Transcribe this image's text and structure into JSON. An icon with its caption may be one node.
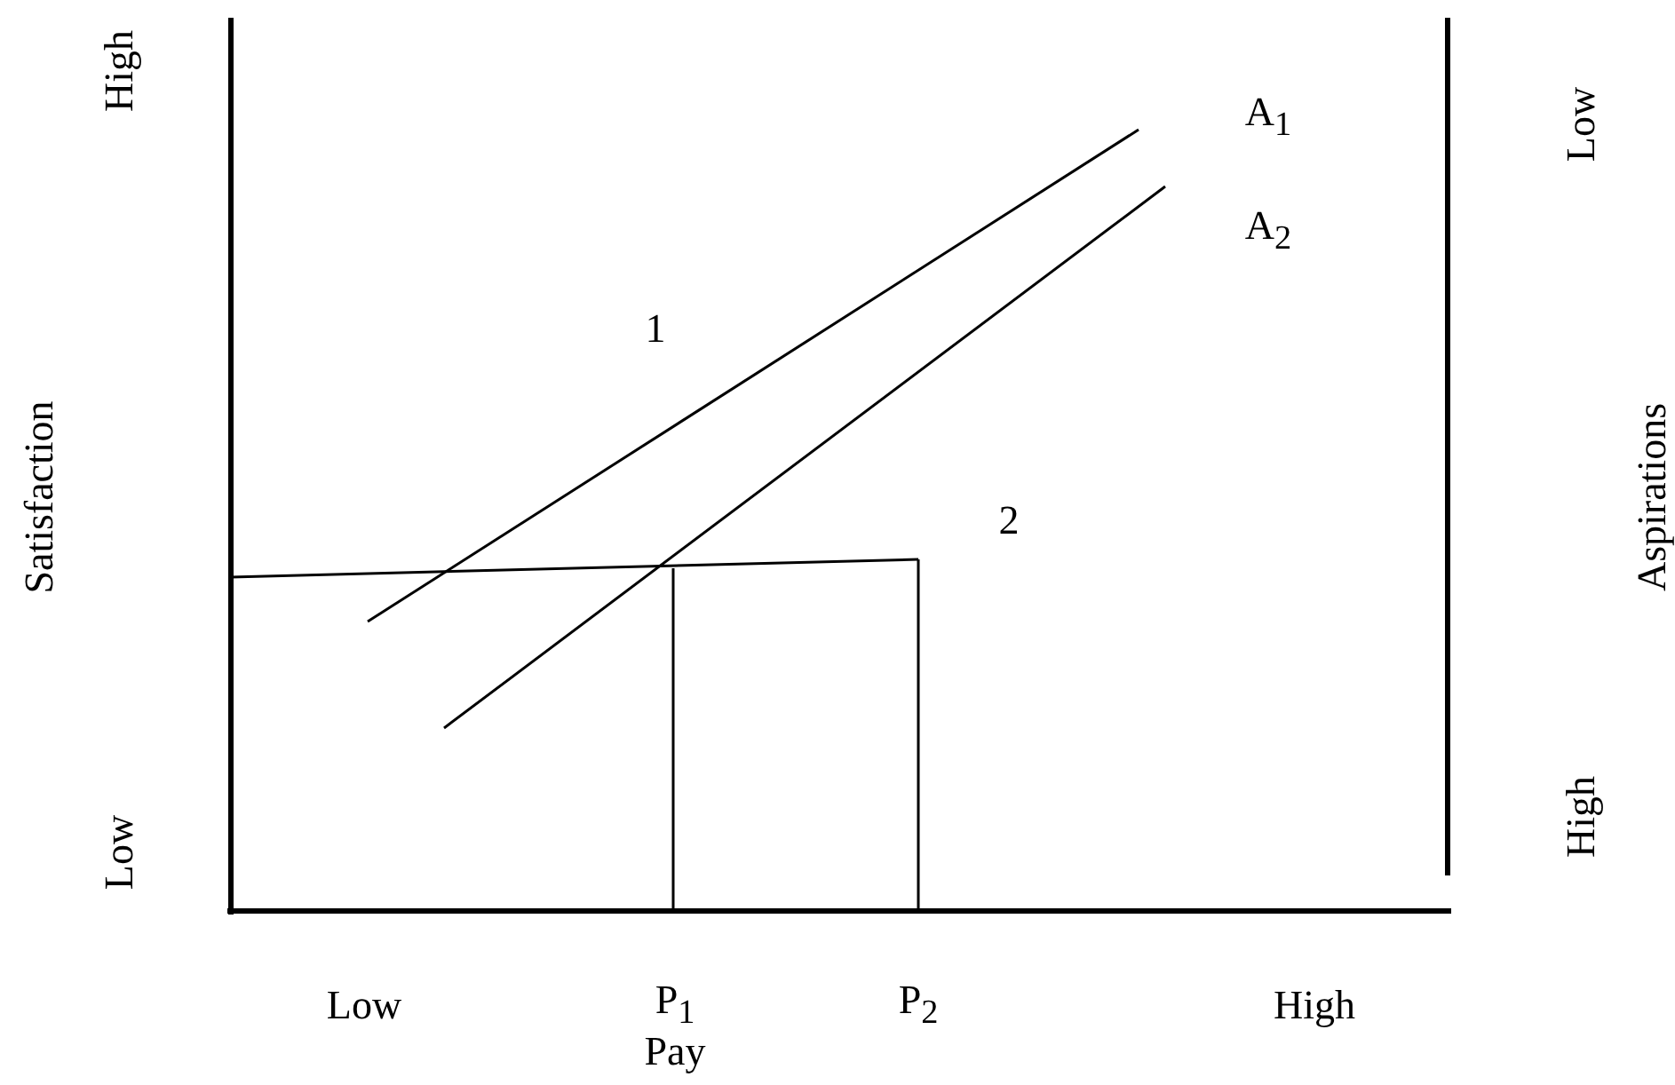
{
  "diagram": {
    "labels": [
      "High",
      "Satisfaction",
      "Low",
      "Low",
      "Aspirations",
      "High",
      "A$_{1}$",
      "A$_{2}$",
      "1",
      "2",
      "Low",
      "P$_{1}$",
      "P$_{2}$",
      "High",
      "Pay"
    ]
  }
}
